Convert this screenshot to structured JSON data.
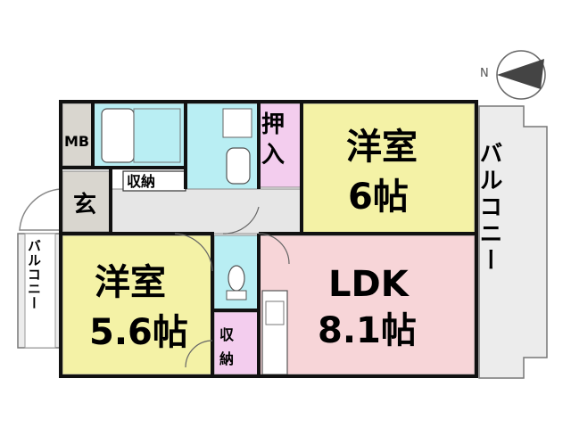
{
  "compass": {
    "north_label": "N"
  },
  "rooms": {
    "western_room_a": {
      "name": "洋室",
      "size": "6帖",
      "color": "#f4f2a6"
    },
    "western_room_b": {
      "name": "洋室",
      "size": "5.6帖",
      "color": "#f4f2a6"
    },
    "ldk": {
      "name": "LDK",
      "size": "8.1帖",
      "color": "#f7d5d8"
    },
    "oshiire": {
      "label": "押入",
      "color": "#f3cdee"
    },
    "storage_upper": {
      "label": "収納"
    },
    "storage_lower": {
      "label": "収納",
      "color": "#f3cdee"
    },
    "entrance": {
      "label": "玄",
      "color": "#d9d6cf"
    },
    "meter_box": {
      "label": "MB",
      "color": "#d9d6cf"
    }
  },
  "balconies": {
    "right": {
      "label": "バルコニー"
    },
    "left": {
      "label": "バルコニー"
    }
  },
  "colors": {
    "wet_area": "#b9eef3",
    "corridor": "#e6e6e6",
    "balcony": "#ececec",
    "wall": "#111111"
  }
}
